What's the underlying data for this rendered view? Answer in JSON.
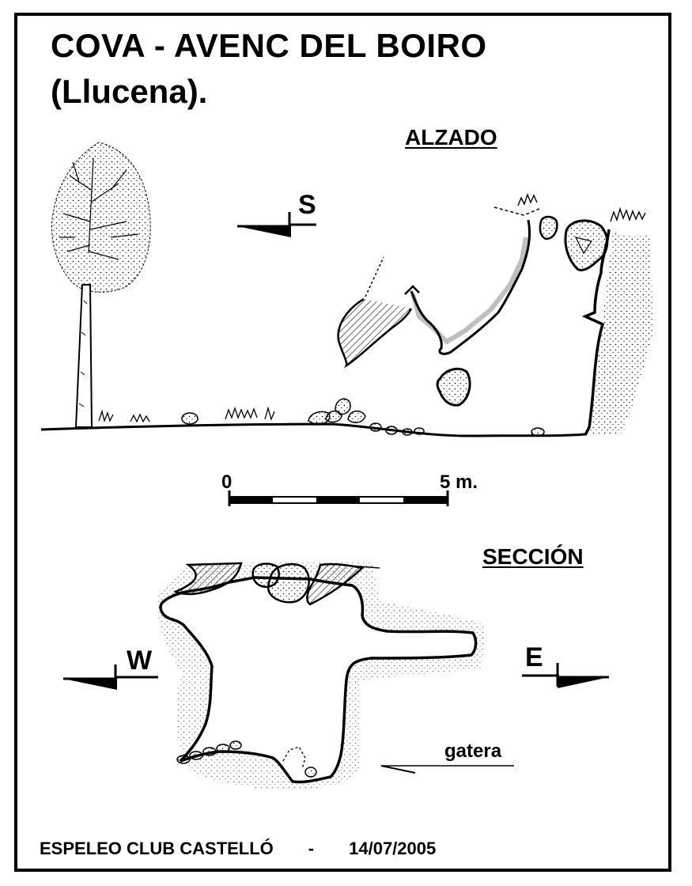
{
  "title": {
    "line1": "COVA - AVENC  DEL  BOIRO",
    "line2": "(Llucena)."
  },
  "views": {
    "alzado": "ALZADO",
    "seccion": "SECCIÓN"
  },
  "orientation": {
    "south": "S",
    "west": "W",
    "east": "E"
  },
  "scale": {
    "start": "0",
    "end": "5 m."
  },
  "labels": {
    "gatera": "gatera"
  },
  "footer": {
    "club": "ESPELEO CLUB CASTELLÓ",
    "separator": "-",
    "date": "14/07/2005"
  }
}
